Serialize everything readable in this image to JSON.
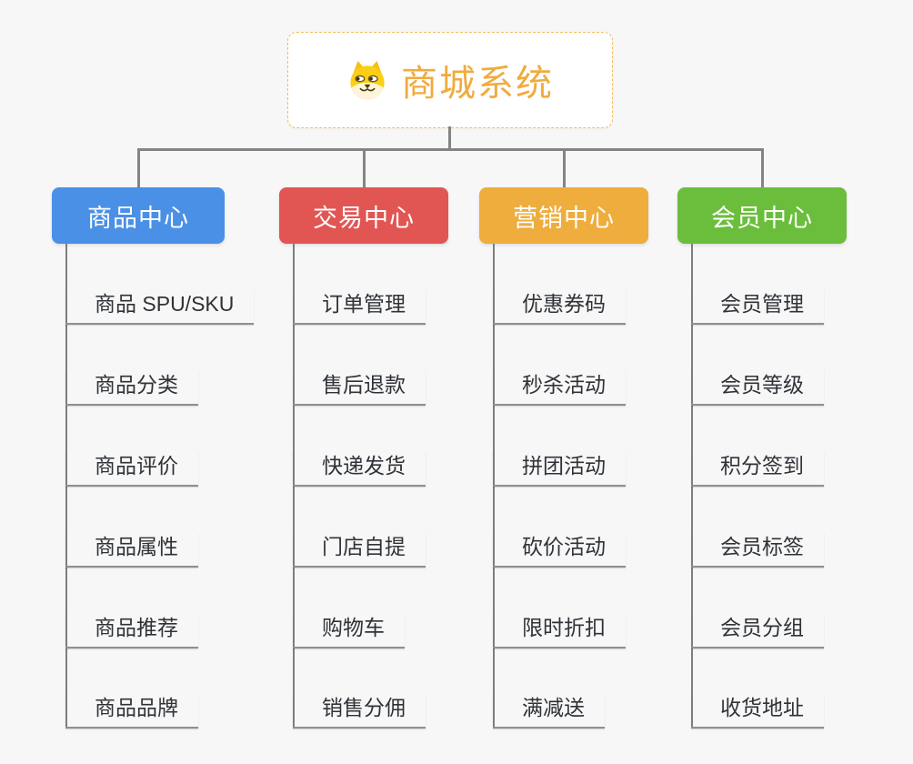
{
  "root": {
    "label": "商城系统",
    "icon": "dog-face-icon",
    "text_color": "#f0ab3e",
    "border_color": "#f3bb5a"
  },
  "connector_color": "#848484",
  "branches": [
    {
      "label": "商品中心",
      "color": "#4a90e6",
      "children": [
        "商品 SPU/SKU",
        "商品分类",
        "商品评价",
        "商品属性",
        "商品推荐",
        "商品品牌"
      ]
    },
    {
      "label": "交易中心",
      "color": "#e15653",
      "children": [
        "订单管理",
        "售后退款",
        "快递发货",
        "门店自提",
        "购物车",
        "销售分佣"
      ]
    },
    {
      "label": "营销中心",
      "color": "#eead3c",
      "children": [
        "优惠券码",
        "秒杀活动",
        "拼团活动",
        "砍价活动",
        "限时折扣",
        "满减送"
      ]
    },
    {
      "label": "会员中心",
      "color": "#6abe3c",
      "children": [
        "会员管理",
        "会员等级",
        "积分签到",
        "会员标签",
        "会员分组",
        "收货地址"
      ]
    }
  ]
}
